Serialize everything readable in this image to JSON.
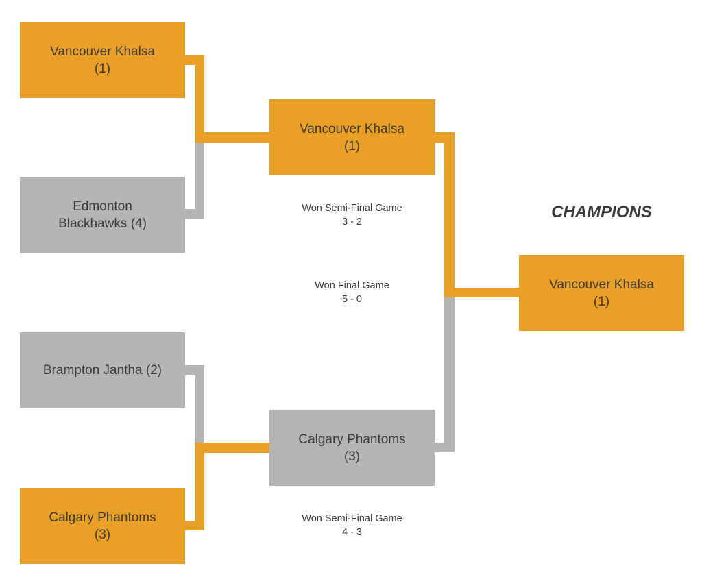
{
  "colors": {
    "winner": "#E9A024",
    "loser": "#B5B5B5",
    "text": "#3b3b3b"
  },
  "champions_label": "CHAMPIONS",
  "semifinals": [
    {
      "teams": [
        {
          "name": "Vancouver Khalsa",
          "seed": "(1)",
          "result": "winner"
        },
        {
          "name": "Edmonton Blackhawks",
          "seed": "(4)",
          "result": "loser"
        }
      ]
    },
    {
      "teams": [
        {
          "name": "Brampton Jantha",
          "seed": "(2)",
          "result": "loser"
        },
        {
          "name": "Calgary Phantoms",
          "seed": "(3)",
          "result": "winner"
        }
      ]
    }
  ],
  "final": {
    "teams": [
      {
        "name": "Vancouver Khalsa",
        "seed": "(1)",
        "result": "winner"
      },
      {
        "name": "Calgary Phantoms",
        "seed": "(3)",
        "result": "loser"
      }
    ]
  },
  "champion": {
    "name": "Vancouver Khalsa",
    "seed": "(1)"
  },
  "game_notes": {
    "semi1": {
      "label": "Won Semi-Final Game",
      "score": "3 - 2"
    },
    "final": {
      "label": "Won Final Game",
      "score": "5 - 0"
    },
    "semi2": {
      "label": "Won Semi-Final Game",
      "score": "4 - 3"
    }
  }
}
